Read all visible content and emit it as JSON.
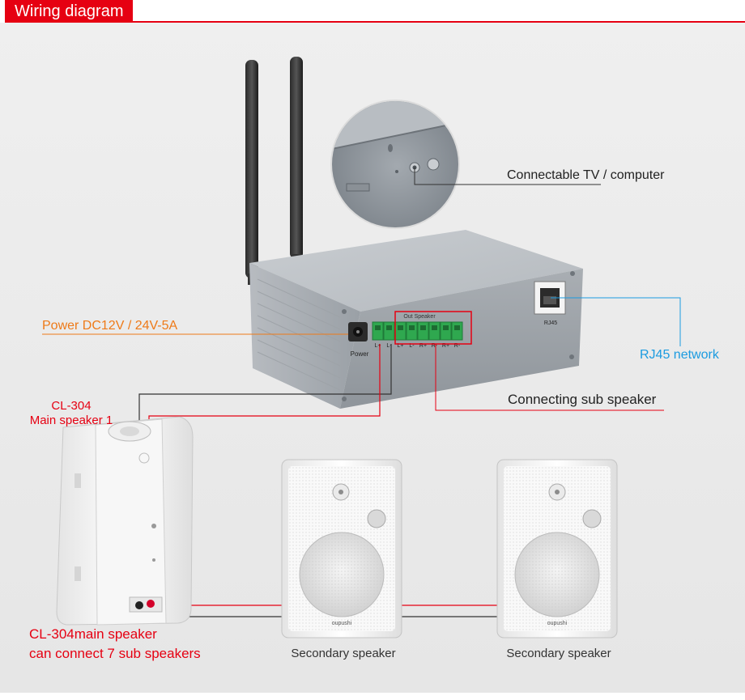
{
  "header": {
    "title": "Wiring diagram"
  },
  "device": {
    "power_port_label": "Power",
    "out_speaker_label": "Out Speaker",
    "terminal_labels": [
      "L+",
      "L-",
      "L+",
      "L-",
      "R+",
      "R-",
      "R+",
      "R-"
    ],
    "rj45_port_label": "RJ45"
  },
  "callouts": {
    "tv_computer": "Connectable TV / computer",
    "power": "Power DC12V / 24V-5A",
    "rj45": "RJ45 network",
    "sub_speaker": "Connecting sub speaker"
  },
  "main_speaker": {
    "model": "CL-304",
    "role": "Main speaker 1",
    "note_line1": "CL-304main speaker",
    "note_line2": "can connect 7 sub speakers"
  },
  "secondary_speakers": [
    {
      "caption": "Secondary speaker",
      "brand": "oupushi"
    },
    {
      "caption": "Secondary speaker",
      "brand": "oupushi"
    }
  ],
  "colors": {
    "accent_red": "#e60012",
    "power_orange": "#ee7a18",
    "network_blue": "#1b9be0",
    "terminal_green": "#2fa84f",
    "device_gray": "#a8adb3",
    "background": "#ececec"
  }
}
